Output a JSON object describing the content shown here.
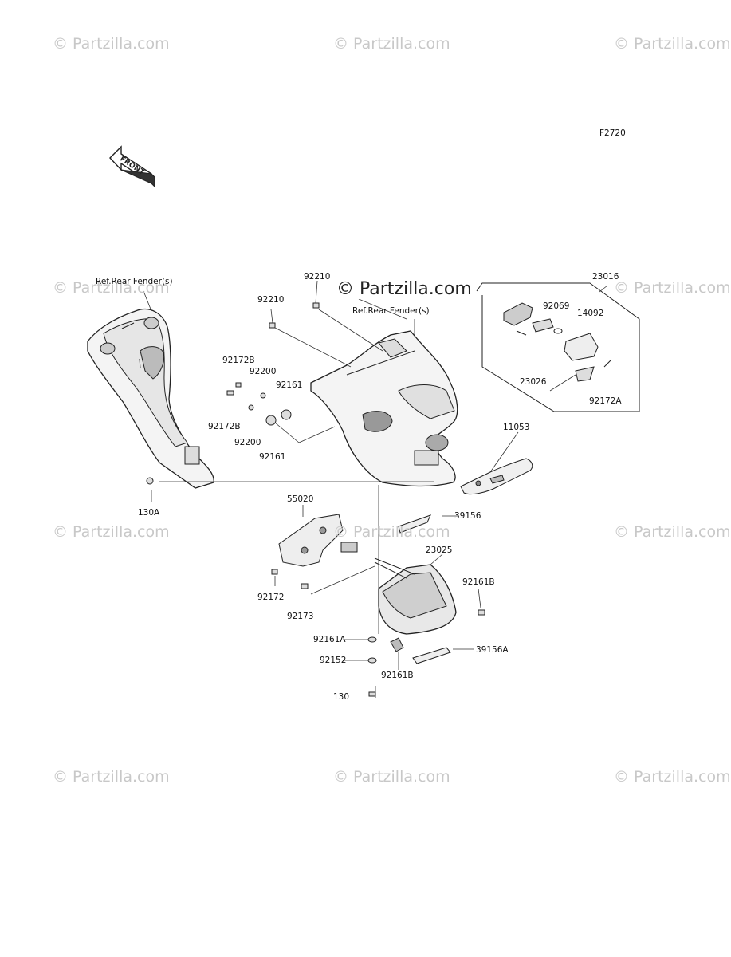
{
  "diagram_code": "F2720",
  "site_watermark": "© Partzilla.com",
  "front_arrow_text": "FRONT",
  "reference_labels": [
    "Ref.Rear Fender(s)",
    "Ref.Rear Fender(s)"
  ],
  "part_labels": [
    "23016",
    "92210",
    "92210",
    "92069",
    "14092",
    "92172B",
    "92200",
    "92161",
    "92172B",
    "92200",
    "92161",
    "23026",
    "92172A",
    "11053",
    "130A",
    "55020",
    "39156",
    "23025",
    "92161B",
    "92172",
    "92173",
    "92161A",
    "92152",
    "39156A",
    "92161B",
    "130"
  ],
  "colors": {
    "line": "#222222",
    "watermark": "#c8c8c8",
    "part_fill": "#f2f2f2",
    "shadow": "#bdbdbd"
  }
}
